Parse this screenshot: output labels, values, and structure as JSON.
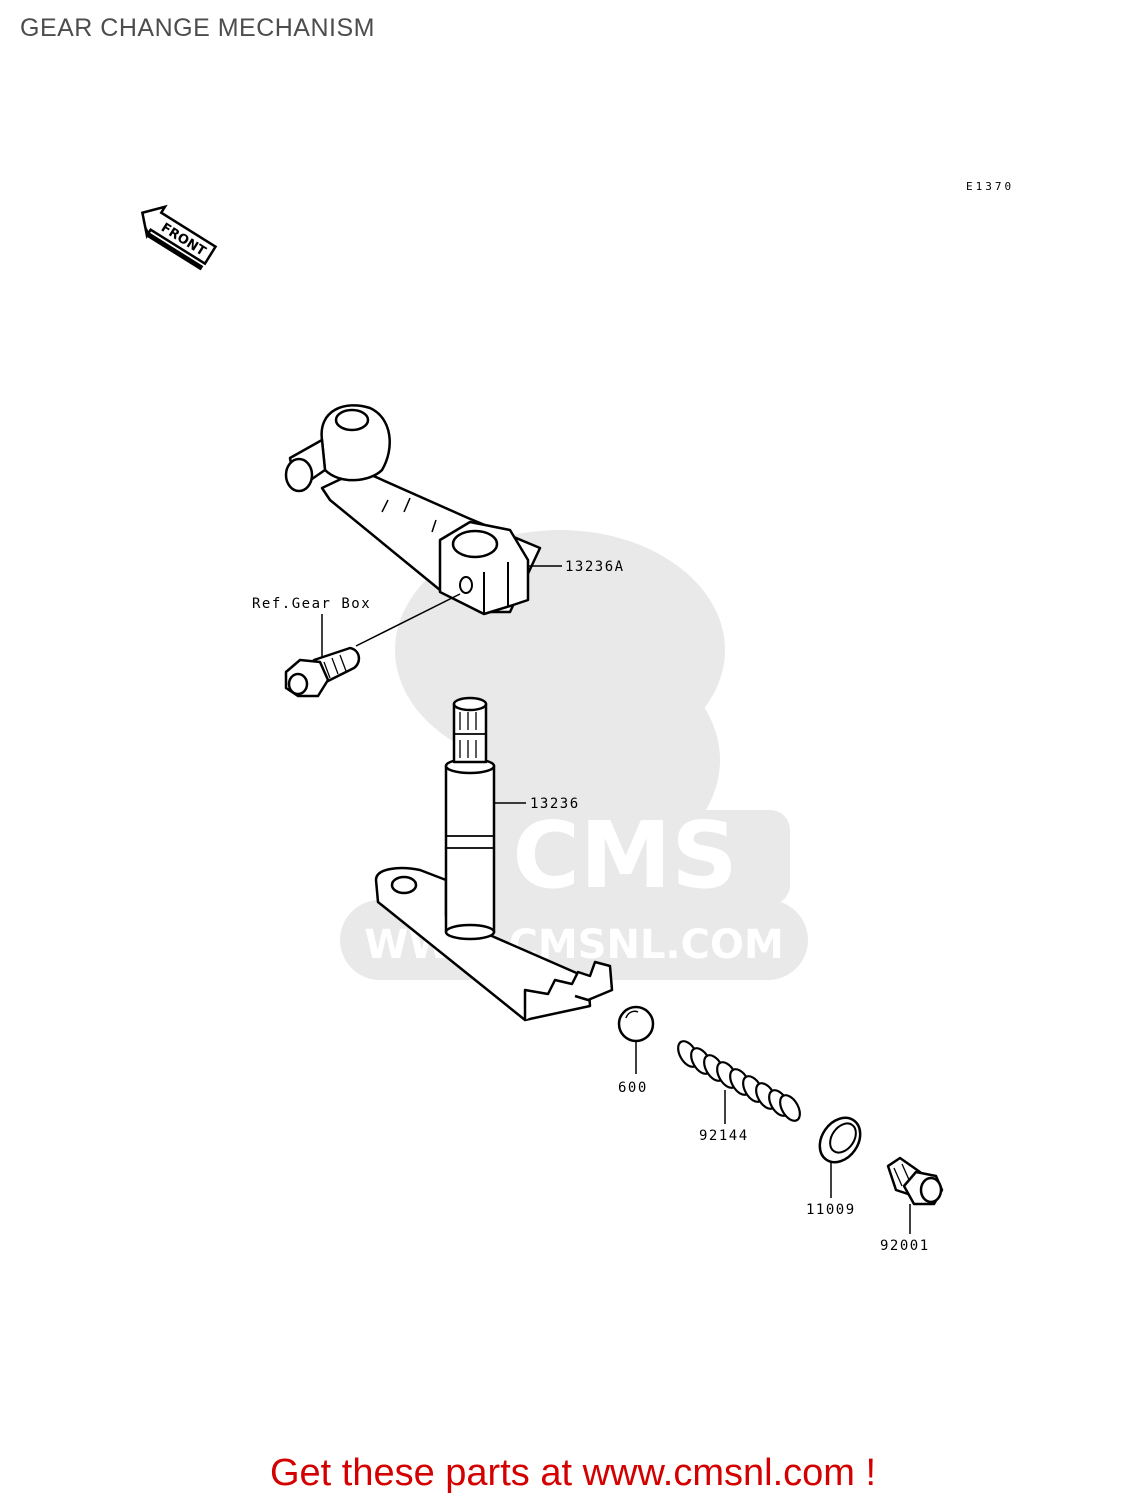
{
  "header": {
    "title": "GEAR CHANGE MECHANISM"
  },
  "diagram": {
    "figure_code": "E1370",
    "front_arrow_label": "FRONT",
    "ref_label": "Ref.Gear Box",
    "parts": [
      {
        "number": "13236A",
        "name": "shift lever"
      },
      {
        "number": "13236",
        "name": "shift shaft"
      },
      {
        "number": "600",
        "name": "ball"
      },
      {
        "number": "92144",
        "name": "spring"
      },
      {
        "number": "11009",
        "name": "gasket"
      },
      {
        "number": "92001",
        "name": "bolt"
      }
    ],
    "watermark": {
      "logo": "CMS",
      "url": "WWW.CMSNL.COM"
    }
  },
  "footer": {
    "cta_text": "Get these parts at www.cmsnl.com !"
  },
  "colors": {
    "title": "#4d4d4d",
    "cta": "#d40000",
    "watermark": "#e8e8e8",
    "line": "#000000"
  }
}
